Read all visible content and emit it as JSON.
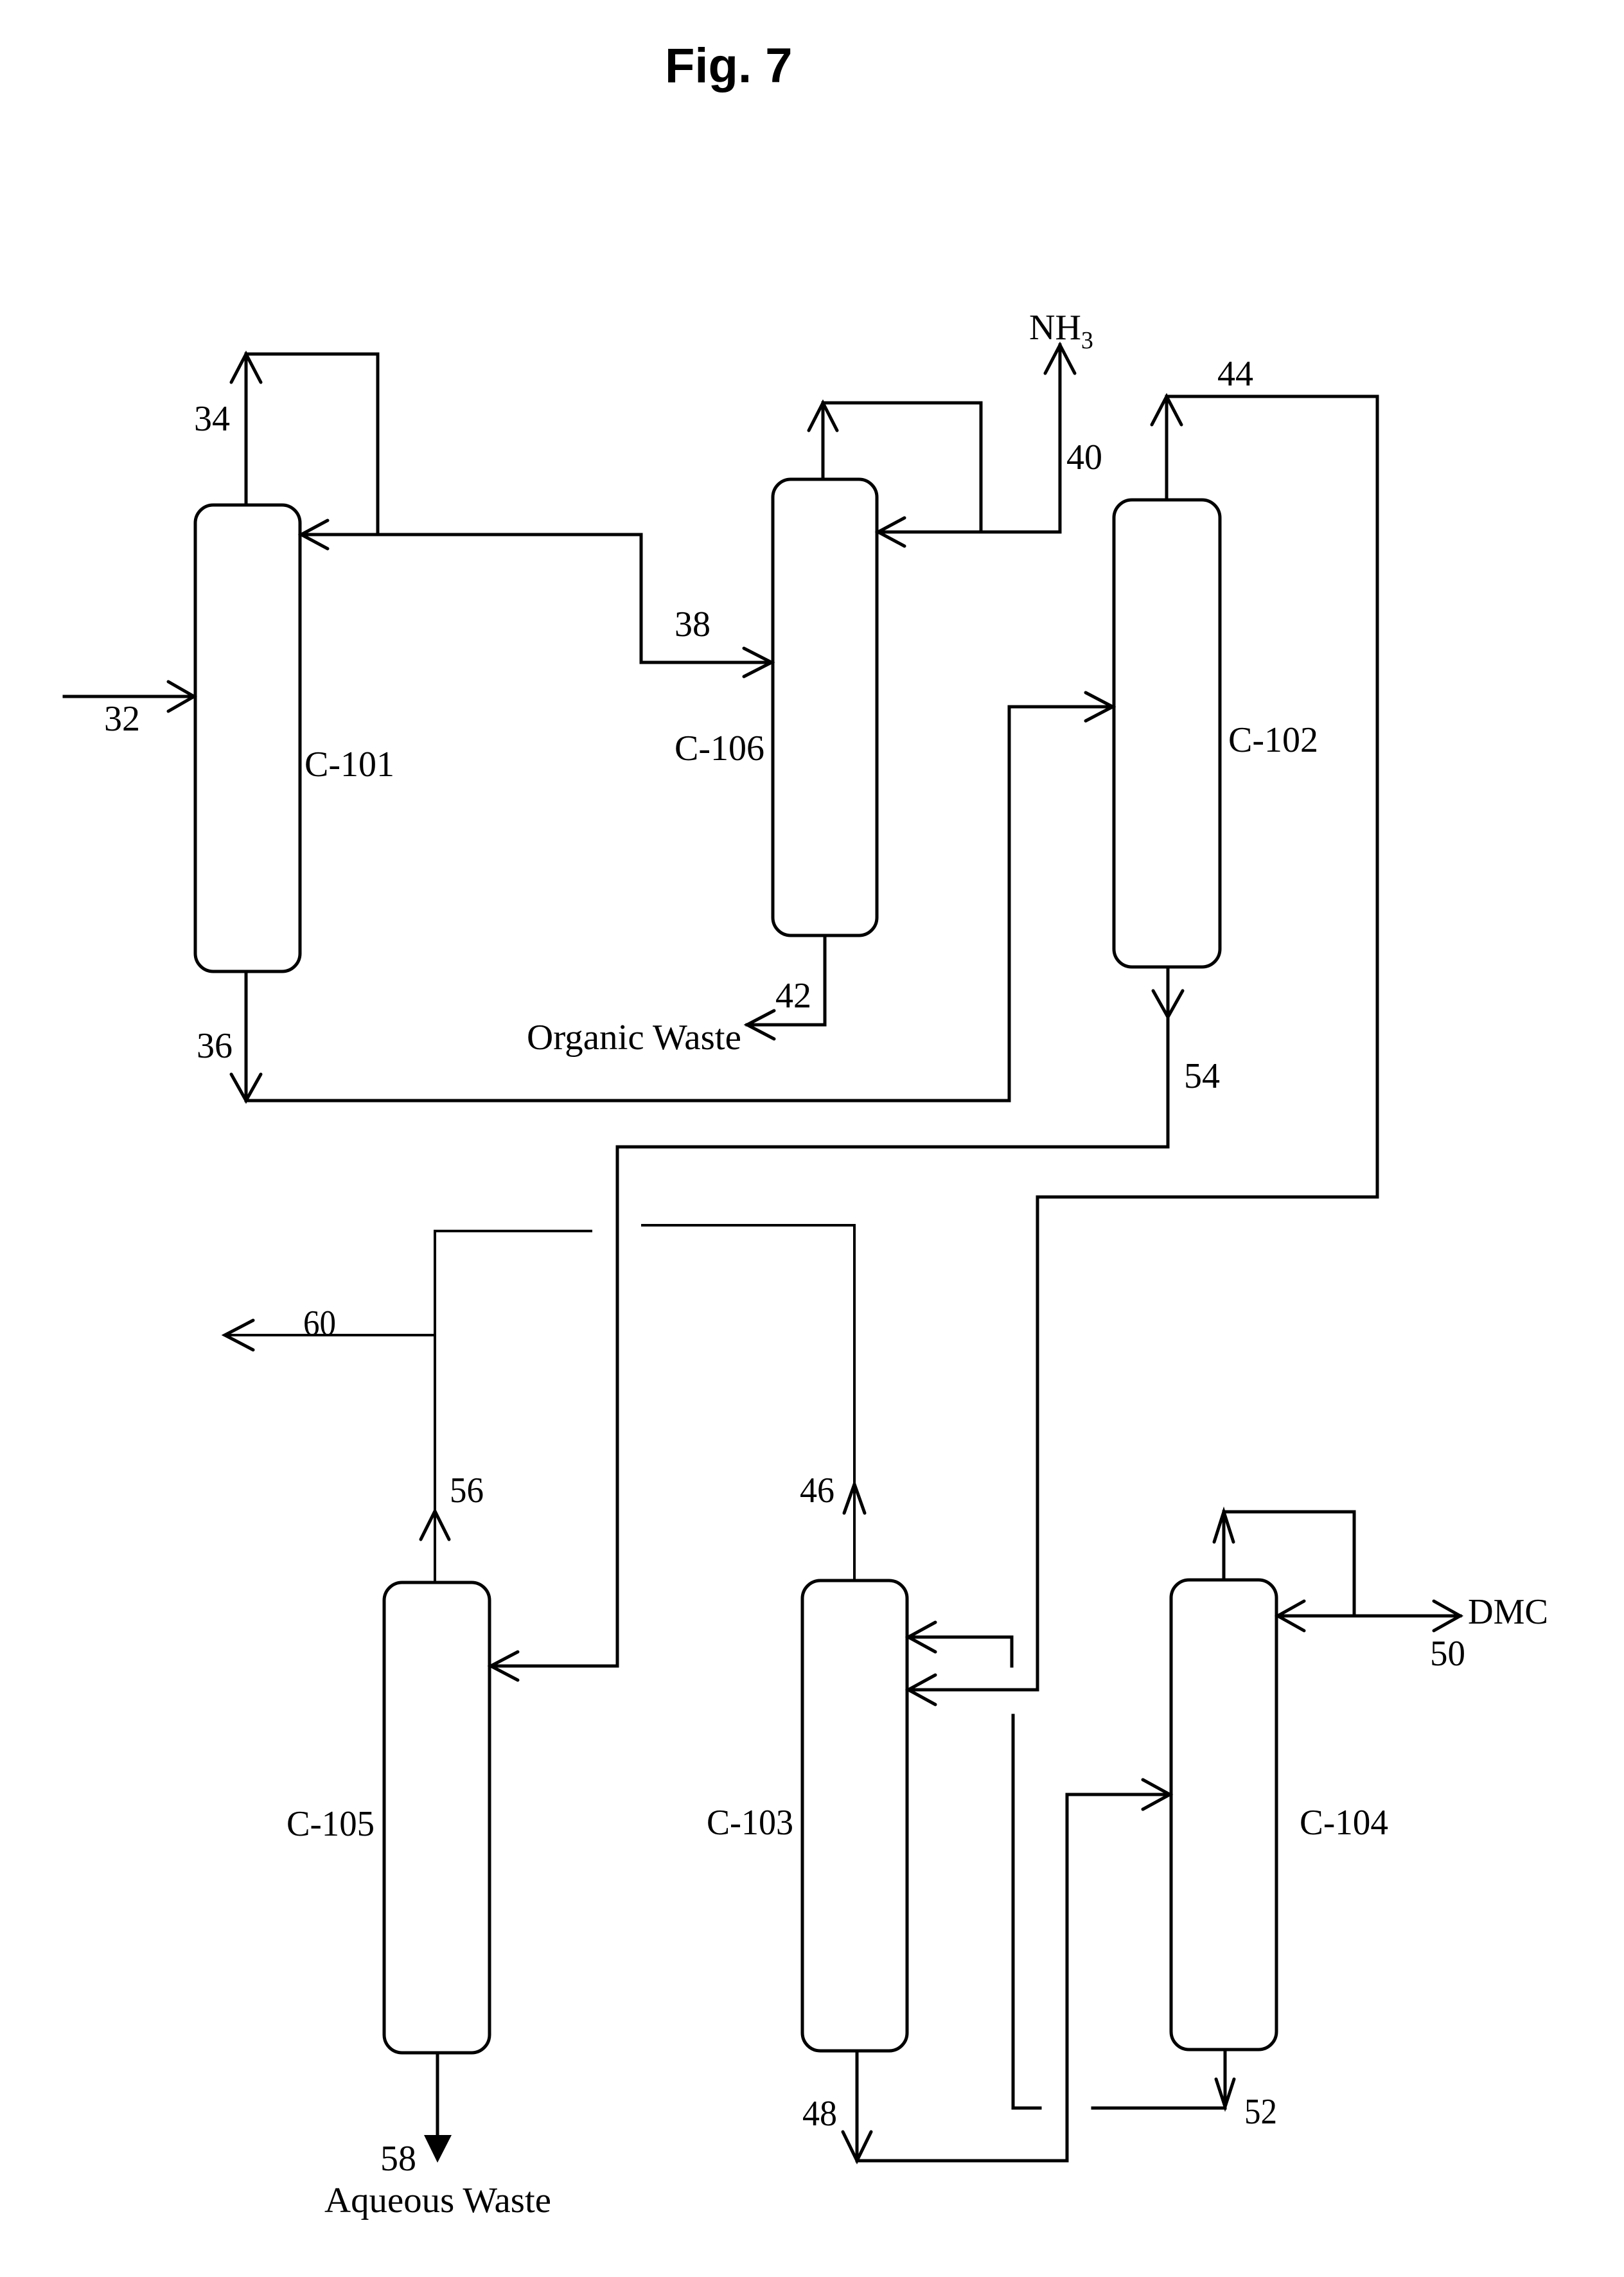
{
  "figure": {
    "title": "Fig. 7"
  },
  "columns": {
    "c101": "C-101",
    "c102": "C-102",
    "c103": "C-103",
    "c104": "C-104",
    "c105": "C-105",
    "c106": "C-106"
  },
  "streams": {
    "s32": "32",
    "s34": "34",
    "s36": "36",
    "s38": "38",
    "s40": "40",
    "s42": "42",
    "s44": "44",
    "s46": "46",
    "s48": "48",
    "s50": "50",
    "s52": "52",
    "s54": "54",
    "s56": "56",
    "s58": "58",
    "s60": "60"
  },
  "products": {
    "nh3_main": "NH",
    "nh3_sub": "3",
    "organic_waste": "Organic Waste",
    "aqueous_waste": "Aqueous Waste",
    "dmc": "DMC"
  }
}
